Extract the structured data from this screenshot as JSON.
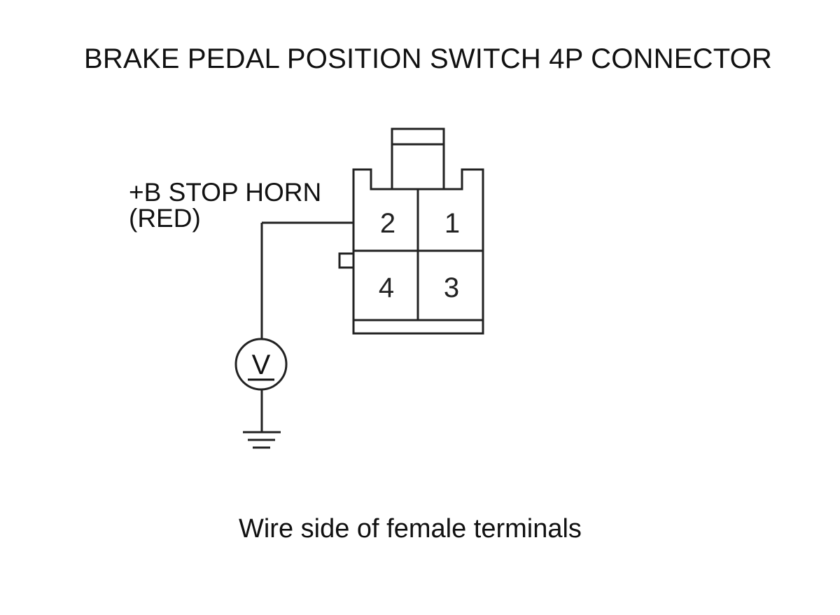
{
  "title": "BRAKE PEDAL POSITION SWITCH 4P CONNECTOR",
  "wire": {
    "line1": "+B STOP HORN",
    "line2": "(RED)",
    "terminal": "2"
  },
  "connector": {
    "terminals": [
      "2",
      "1",
      "4",
      "3"
    ]
  },
  "meter": {
    "symbol": "V"
  },
  "caption": "Wire side of female terminals"
}
